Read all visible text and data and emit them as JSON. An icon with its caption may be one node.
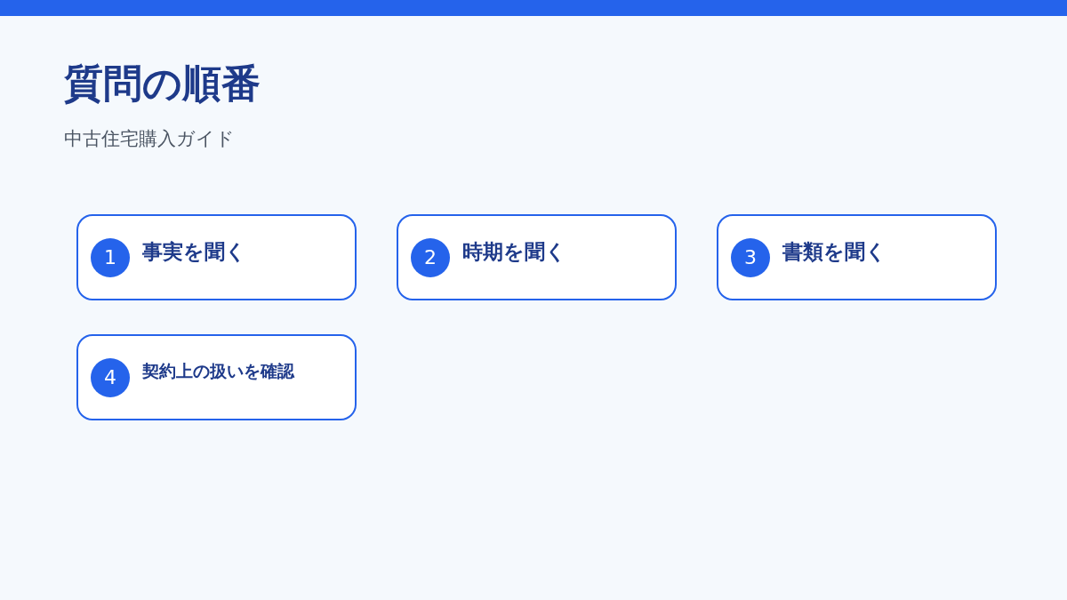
{
  "diagram": {
    "title": "質問の順番",
    "nodes": [
      {
        "text": [
          "事実を聞く"
        ]
      },
      {
        "text": [
          "1"
        ],
        "in": 0
      },
      {
        "text": [
          "時期を聞く"
        ]
      },
      {
        "text": [
          "2"
        ],
        "in": 2
      },
      {
        "text": [
          "書類を聞く"
        ]
      },
      {
        "text": [
          "3"
        ],
        "in": 4
      },
      {
        "text": [
          "契約上の扱いを確認"
        ]
      },
      {
        "text": [
          "4"
        ],
        "in": 6
      }
    ],
    "labels": [
      "中古住宅購入ガイド"
    ]
  }
}
